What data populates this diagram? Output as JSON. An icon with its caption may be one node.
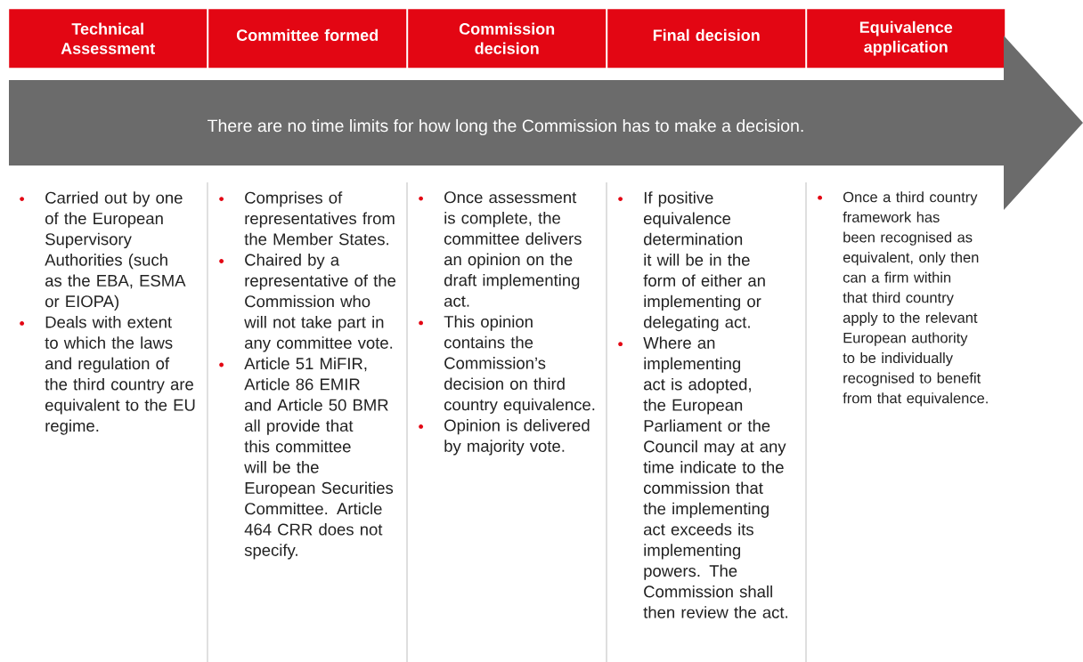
{
  "diagram": {
    "nodes": [
      {
        "text": [
          "Technical Assessment"
        ]
      },
      {
        "text": [
          "Committee formed"
        ]
      },
      {
        "text": [
          "Commission decision"
        ]
      },
      {
        "text": [
          "Final decision"
        ]
      },
      {
        "text": [
          "Equivalence application"
        ]
      },
      {
        "text": [
          "There are no time limits for how long the Commission has to make a decision."
        ]
      },
      {
        "text": [
          "Carried out by one of the European Supervisory Authorities (such as the EBA, ESMA or EIOPA)",
          "Deals with extent to which the laws and regulation of the third country are equivalent to the EU regime."
        ]
      },
      {
        "text": [
          "Comprises of representatives from the Member States.",
          "Chaired by a representative of the Commission who will not take part in any committee vote.",
          "Article 51 MiFIR, Article 86 EMIR and Article 50 BMR all provide that this committee will be the European Securities Committee. Article 464 CRR does not specify."
        ]
      },
      {
        "text": [
          "Once assessment is complete, the committee delivers an opinion on the draft implementing act.",
          "This opinion contains the Commission’s decision on third country equivalence.",
          "Opinion is delivered by majority vote."
        ]
      },
      {
        "text": [
          "If positive equivalence determination it will be in the form of either an implementing or delegating act.",
          "Where an implementing act is adopted, the European Parliament or the Council may at any time indicate to the commission that the implementing act exceeds its implementing powers. The Commission shall then review the act."
        ]
      },
      {
        "text": [
          "Once a third country framework has been recognised as equivalent, only then can a firm within that third country apply to the relevant European authority to be individually recognised to benefit from that equivalence."
        ]
      }
    ],
    "edges": []
  }
}
